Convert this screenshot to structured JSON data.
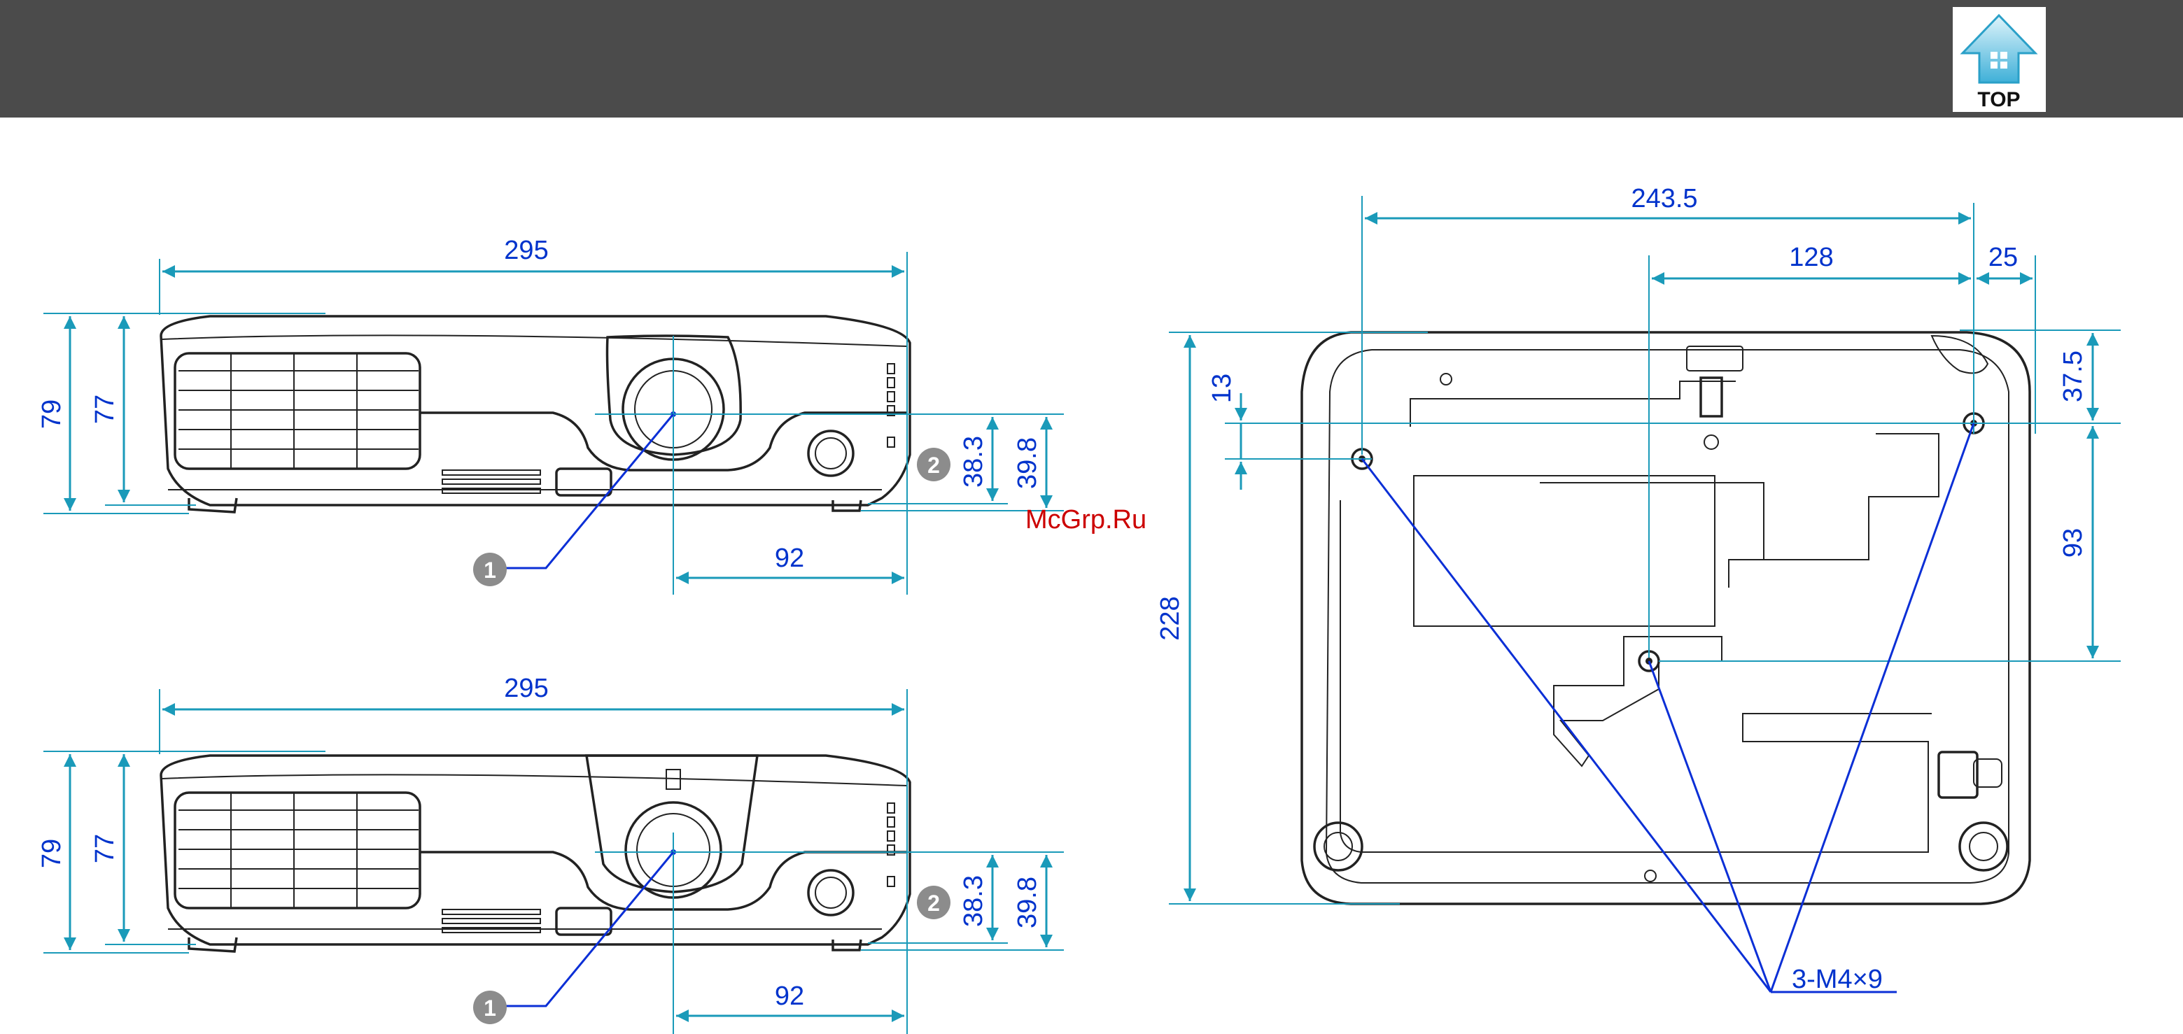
{
  "header": {
    "top_button_label": "TOP",
    "top_button_icon": "house-arrow-up-icon",
    "background_color": "#4b4b4b"
  },
  "dimension_color": "#0033cc",
  "front_view_1": {
    "width": "295",
    "height_total": "79",
    "height_body": "77",
    "lens_height_a": "38.3",
    "lens_height_b": "39.8",
    "lens_offset": "92",
    "callout_1": "1",
    "callout_2": "2"
  },
  "front_view_2": {
    "width": "295",
    "height_total": "79",
    "height_body": "77",
    "lens_height_a": "38.3",
    "lens_height_b": "39.8",
    "lens_offset": "92",
    "callout_1": "1",
    "callout_2": "2"
  },
  "bottom_view": {
    "width": "243.5",
    "hole_span": "128",
    "hole_edge_offset": "25",
    "depth": "228",
    "hole_offset_top": "13",
    "right_top_offset": "37.5",
    "right_hole_span": "93",
    "screw_spec": "3-M4×9"
  },
  "watermark": "McGrp.Ru"
}
